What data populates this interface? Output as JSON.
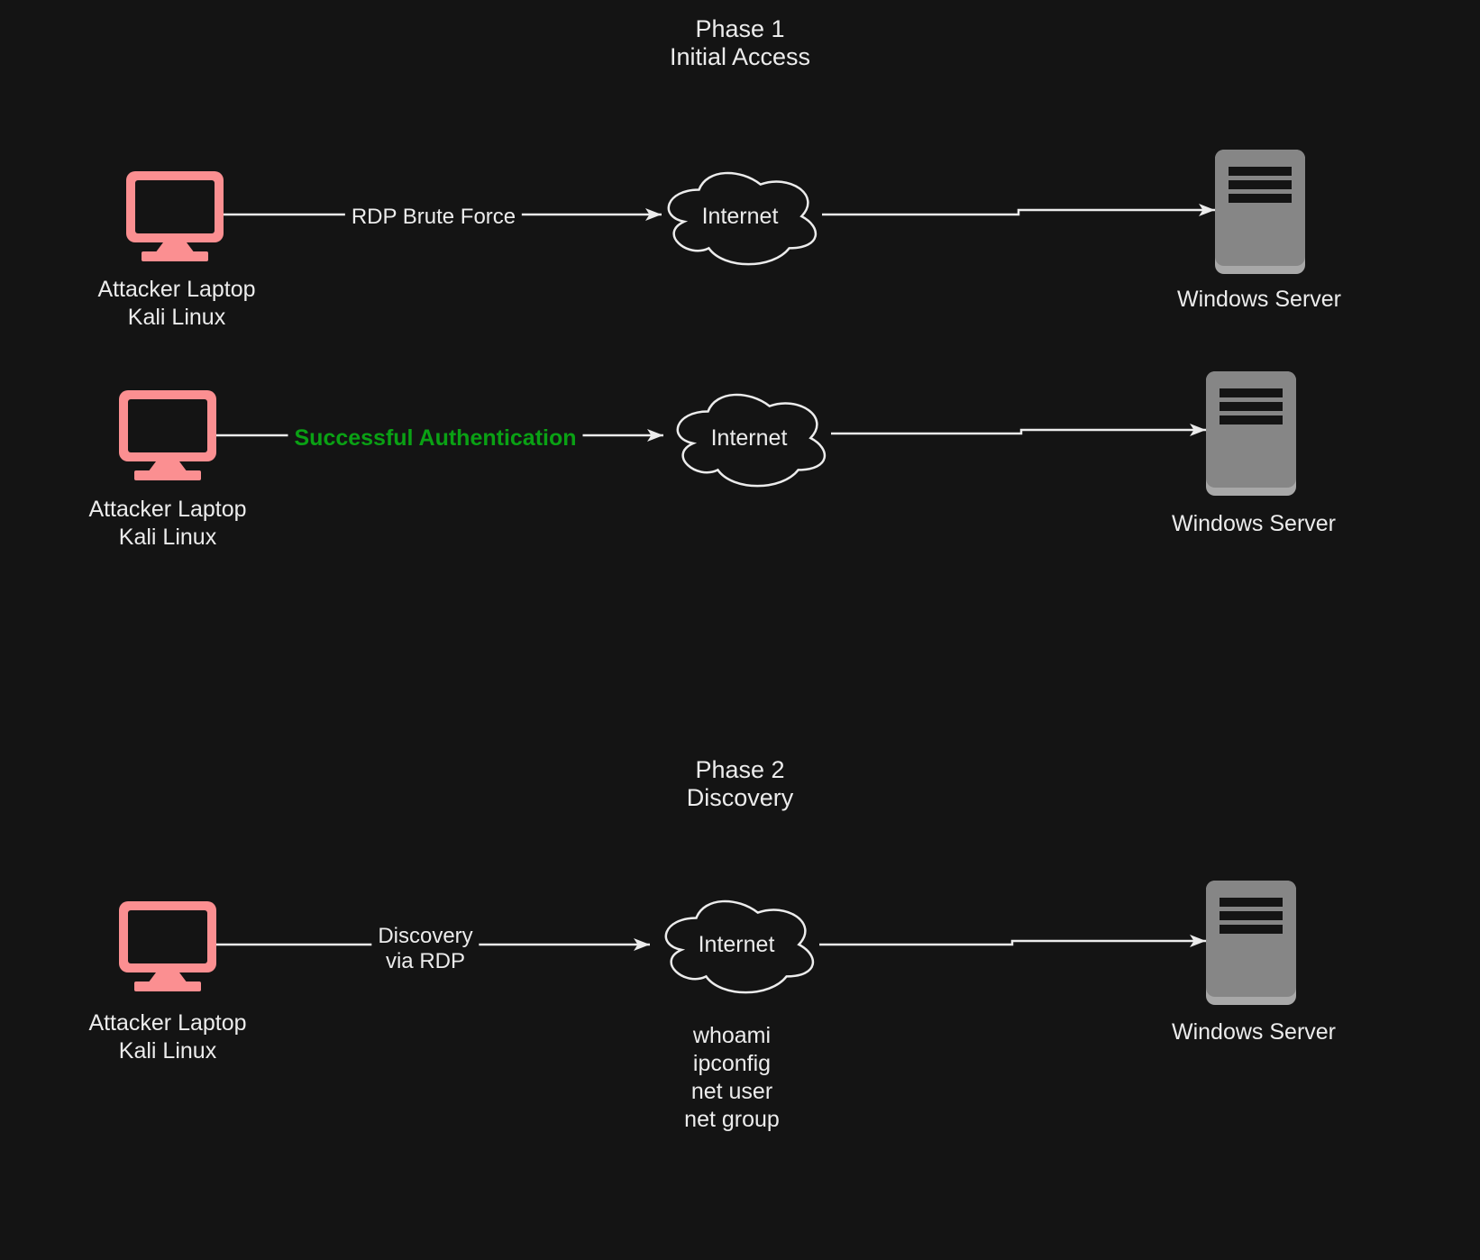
{
  "canvas": {
    "background": "#141414",
    "stroke_color": "#ececec",
    "text_color": "#ececec",
    "laptop_color": "#fb8f91",
    "server_body_color": "#868686",
    "server_base_color": "#a8a8a8",
    "server_slot_color": "#141414",
    "success_color": "#0aa114"
  },
  "phase1": {
    "title_line1": "Phase 1",
    "title_line2": "Initial Access"
  },
  "phase2": {
    "title_line1": "Phase 2",
    "title_line2": "Discovery"
  },
  "row1": {
    "source_line1": "Attacker Laptop",
    "source_line2": "Kali Linux",
    "edge_label": "RDP Brute Force",
    "cloud_label": "Internet",
    "target_label": "Windows Server"
  },
  "row2": {
    "source_line1": "Attacker Laptop",
    "source_line2": "Kali Linux",
    "edge_label": "Successful Authentication",
    "cloud_label": "Internet",
    "target_label": "Windows Server"
  },
  "row3": {
    "source_line1": "Attacker Laptop",
    "source_line2": "Kali Linux",
    "edge_label_line1": "Discovery",
    "edge_label_line2": "via RDP",
    "cloud_label": "Internet",
    "commands": [
      "whoami",
      "ipconfig",
      "net user",
      "net group"
    ],
    "target_label": "Windows Server"
  }
}
